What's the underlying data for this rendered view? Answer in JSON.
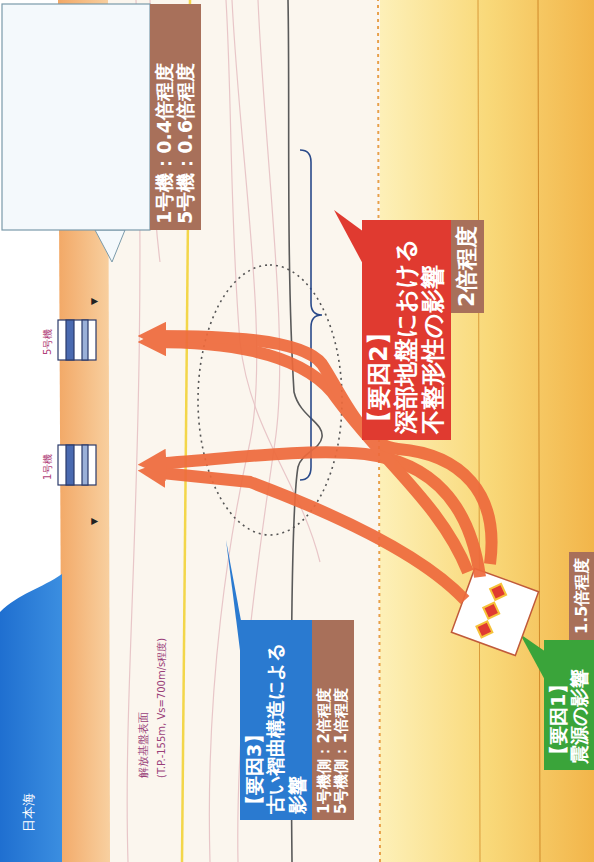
{
  "diagram": {
    "nodes": [
      {
        "text": [
          "【要因1】",
          "震源の影響"
        ]
      },
      {
        "text": [
          "1.5倍程度"
        ]
      },
      {
        "text": [
          "【要因2】",
          "深部地盤における不整形性の影響"
        ]
      },
      {
        "text": [
          "2倍程度"
        ]
      },
      {
        "text": [
          "【要因3】",
          "古い褶曲構造による影響"
        ]
      },
      {
        "text": [
          "1号機側：2倍程度",
          "5号機側：1倍程度"
        ]
      },
      {
        "text": [
          "1号機：0.4倍程度",
          "5号機：0.6倍程度"
        ]
      }
    ],
    "labels": [
      "日本海",
      "解放基盤表面",
      "(T.P.-155m, Vs=700m/s程度)",
      "▼",
      "1号機",
      "5号機",
      "▼"
    ]
  }
}
